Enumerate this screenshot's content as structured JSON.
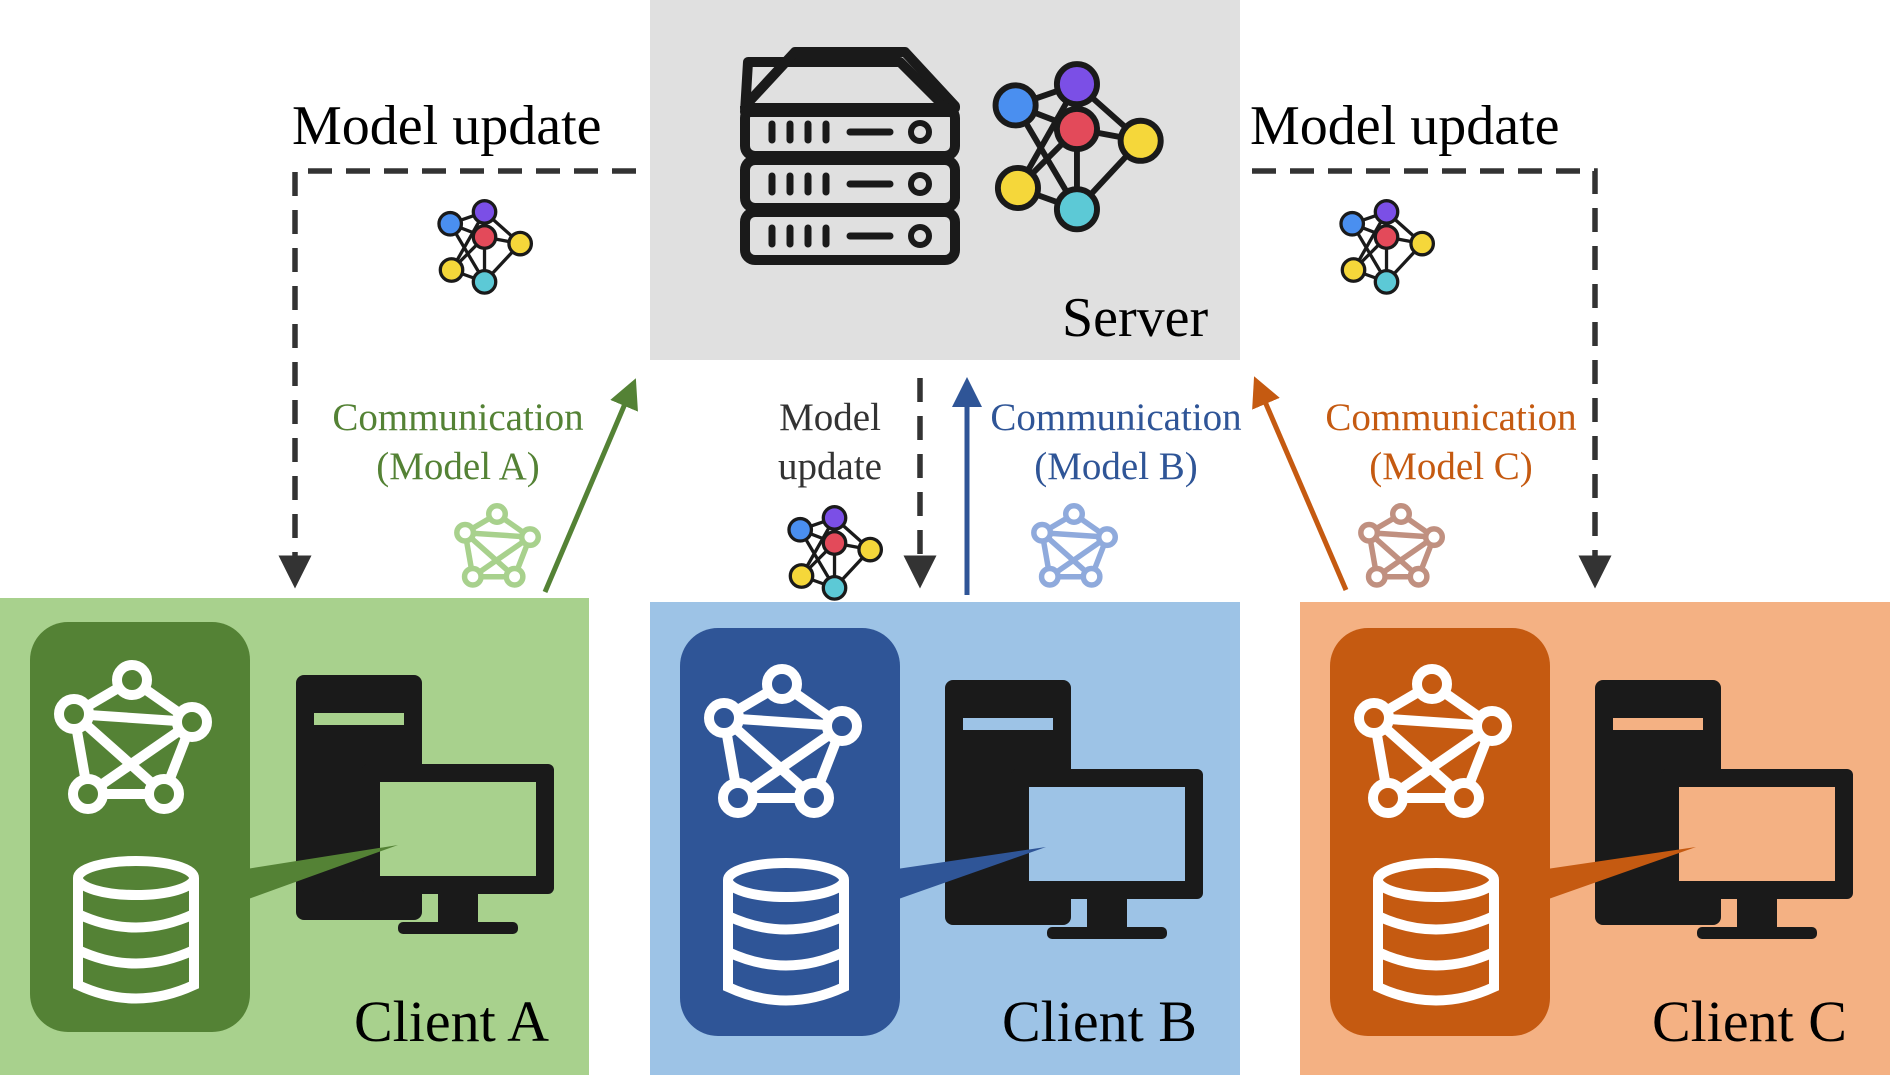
{
  "server": {
    "label": "Server"
  },
  "model_update_left": "Model update",
  "model_update_right": "Model update",
  "model_update_center": [
    "Model",
    "update"
  ],
  "comm_a": [
    "Communication",
    "(Model A)"
  ],
  "comm_b": [
    "Communication",
    "(Model B)"
  ],
  "comm_c": [
    "Communication",
    "(Model C)"
  ],
  "clients": [
    {
      "label": "Client A"
    },
    {
      "label": "Client B"
    },
    {
      "label": "Client C"
    }
  ],
  "colors": {
    "server_bg": "#e0e0e0",
    "client_a_bg": "#a8d18d",
    "client_a_dark": "#548235",
    "client_b_bg": "#9dc3e6",
    "client_b_dark": "#2f5597",
    "client_c_bg": "#f4b183",
    "client_c_dark": "#c55a11",
    "dashed": "#333333",
    "nn_blue": "#4a8ff0",
    "nn_purple": "#7b4fe6",
    "nn_red": "#e34a5a",
    "nn_yellow": "#f5d73a",
    "nn_cyan": "#5cc9d6",
    "icon_dark": "#1a1a1a"
  }
}
